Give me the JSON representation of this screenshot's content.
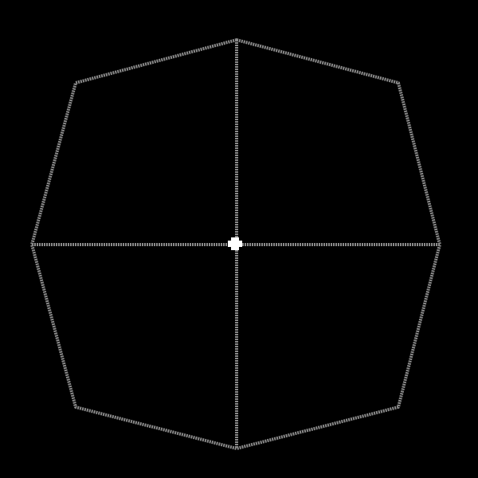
{
  "scene": {
    "background_color": "#000000",
    "outline_color": "#8a8a8a",
    "axis_color": "#8a8a8a",
    "center_marker_color": "#ffffff",
    "shape": "octagon-outline",
    "style": "dotted-pixel-lines",
    "center_marker": "plus-shaped-dot",
    "axes": [
      "vertical-axis",
      "horizontal-axis"
    ]
  }
}
